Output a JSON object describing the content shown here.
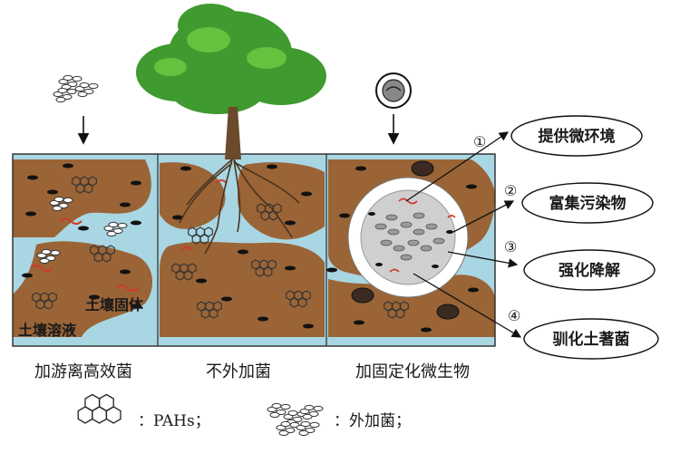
{
  "labels": {
    "soil_solid": "土壤固体",
    "soil_solution": "土壤溶液",
    "panel_1": "加游离高效菌",
    "panel_2": "不外加菌",
    "panel_3": "加固定化微生物"
  },
  "callouts": [
    {
      "num": "①",
      "text": "提供微环境"
    },
    {
      "num": "②",
      "text": "富集污染物"
    },
    {
      "num": "③",
      "text": "强化降解"
    },
    {
      "num": "④",
      "text": "驯化土著菌"
    }
  ],
  "legend": {
    "pahs": "：PAHs；",
    "bacteria": "：外加菌；"
  },
  "colors": {
    "water": "#a9d6e3",
    "soil": "#9a6436",
    "tree_leaves": "#3f9a2f",
    "trunk": "#6b4a2b",
    "worm": "#d03a2a"
  }
}
